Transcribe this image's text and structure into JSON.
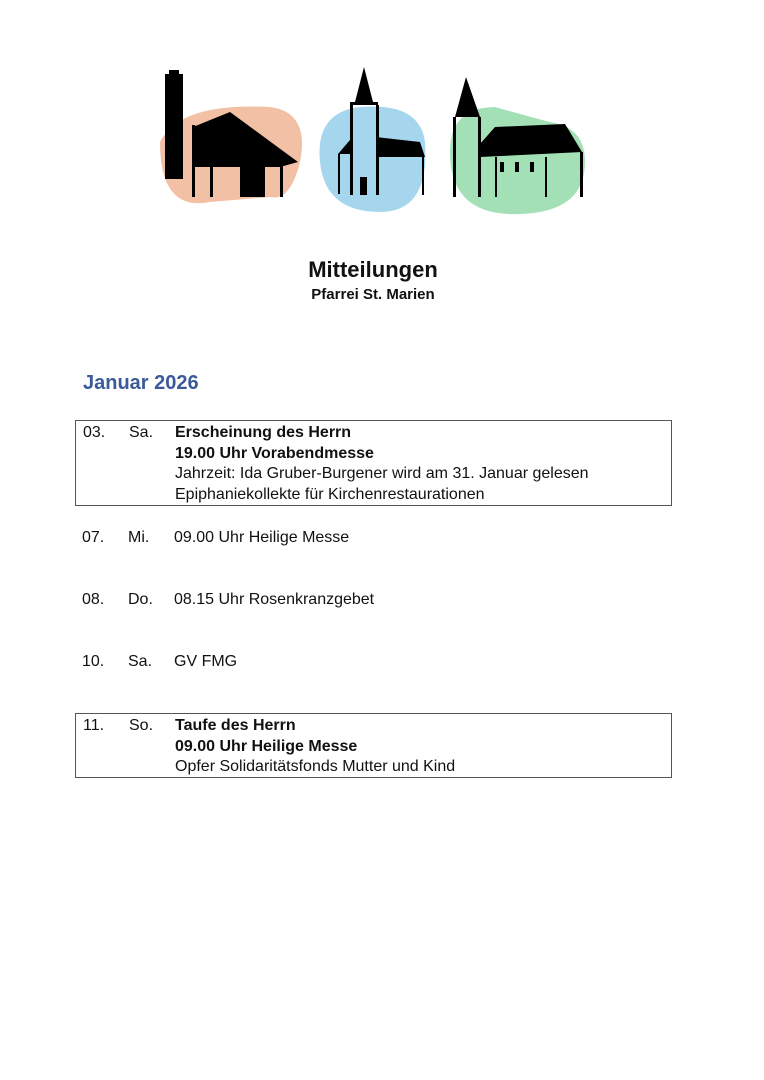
{
  "header": {
    "title": "Mitteilungen",
    "subtitle": "Pfarrei St. Marien",
    "logo_colors": [
      "#f2c0a4",
      "#a6d6ee",
      "#a4e0b6"
    ]
  },
  "month": {
    "label": "Januar 2026",
    "color": "#3b5a99"
  },
  "entries": [
    {
      "day": "03.",
      "weekday": "Sa.",
      "lines": [
        "Erscheinung des Herrn",
        "19.00 Uhr Vorabendmesse",
        "Jahrzeit: Ida Gruber-Burgener wird am 31. Januar gelesen",
        "Epiphaniekollekte für Kirchenrestaurationen"
      ]
    },
    {
      "day": "07.",
      "weekday": "Mi.",
      "lines": [
        "09.00 Uhr Heilige Messe"
      ]
    },
    {
      "day": "08.",
      "weekday": "Do.",
      "lines": [
        "08.15 Uhr Rosenkranzgebet"
      ]
    },
    {
      "day": "10.",
      "weekday": "Sa.",
      "lines": [
        "GV FMG"
      ]
    },
    {
      "day": "11.",
      "weekday": "So.",
      "lines": [
        "Taufe des Herrn",
        "09.00 Uhr Heilige Messe",
        "Opfer Solidaritätsfonds Mutter und Kind"
      ]
    }
  ]
}
